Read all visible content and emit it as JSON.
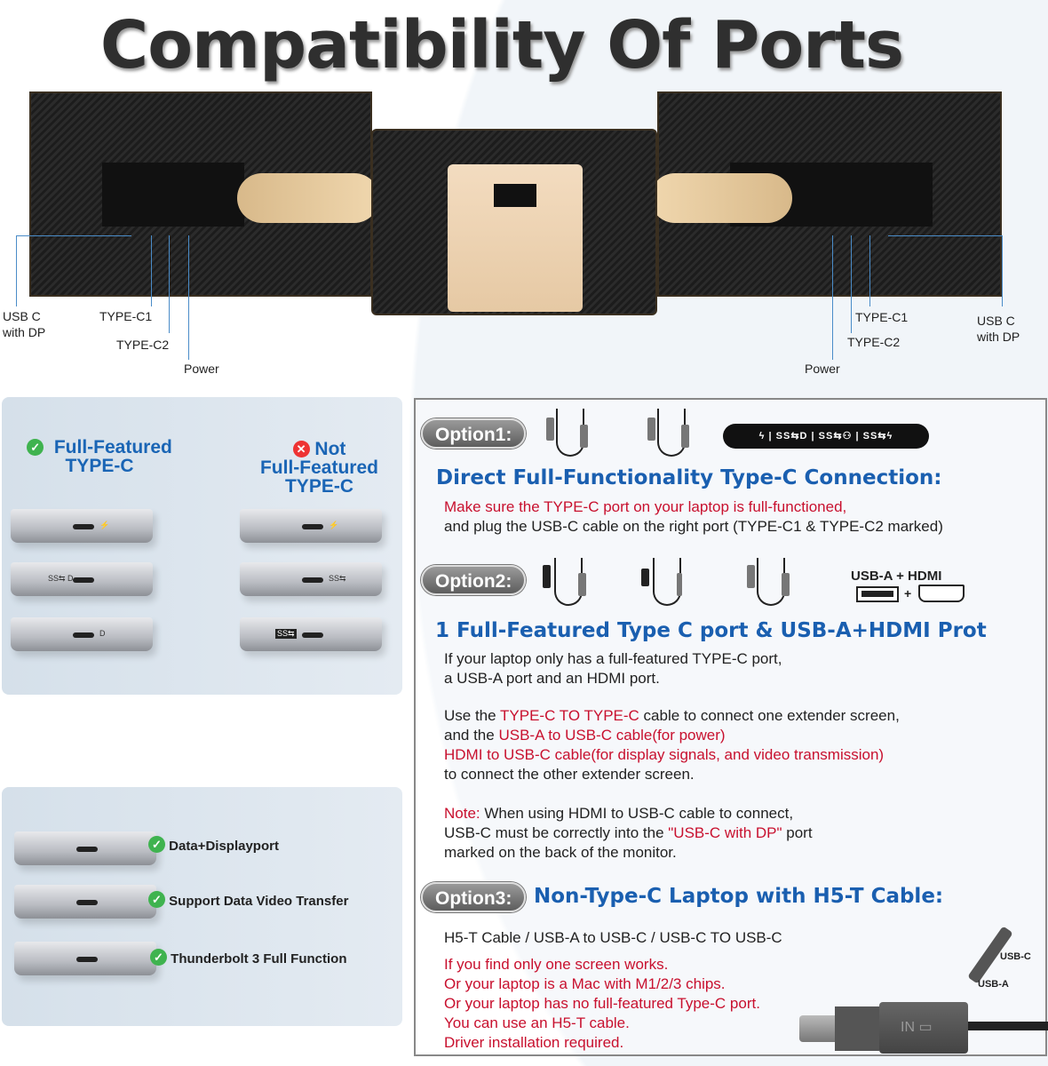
{
  "title": "Compatibility Of Ports",
  "left_ports": {
    "usb_c_dp": [
      "USB C",
      "with DP"
    ],
    "type_c1": "TYPE-C1",
    "type_c2": "TYPE-C2",
    "power": "Power"
  },
  "right_ports": {
    "usb_c_dp": [
      "USB C",
      "with DP"
    ],
    "type_c1": "TYPE-C1",
    "type_c2": "TYPE-C2",
    "power": "Power"
  },
  "compat_panel": {
    "full": [
      "Full-Featured",
      "TYPE-C"
    ],
    "not": [
      "Not",
      "Full-Featured",
      "TYPE-C"
    ],
    "full_marks": [
      "⚡",
      "SS⇆ D",
      "D"
    ],
    "not_marks": [
      "⚡",
      "SS⇆",
      "SS⇆"
    ]
  },
  "features": [
    "Data+Displayport",
    "Support Data Video Transfer",
    "Thunderbolt 3 Full Function"
  ],
  "option1": {
    "label": "Option1:",
    "badge": "ϟ | SS⇆D | SS⇆⚇ | SS⇆ϟ",
    "heading": "Direct Full-Functionality Type-C Connection:",
    "line1": "Make sure the TYPE-C port on your laptop is full-functioned,",
    "line2": "and plug the USB-C cable on the right port (TYPE-C1 & TYPE-C2 marked)"
  },
  "option2": {
    "label": "Option2:",
    "ports_label": "USB-A + HDMI",
    "plus": "+",
    "heading": "1 Full-Featured Type C port & USB-A+HDMI Prot",
    "p1": [
      "If your laptop only has a full-featured TYPE-C port,",
      "a USB-A port and an HDMI port."
    ],
    "p2a": "Use the ",
    "p2b": "TYPE-C TO TYPE-C",
    "p2c": " cable to connect one extender screen,",
    "p3a": "and the ",
    "p3b": "USB-A to USB-C cable(for power)",
    "p4": "HDMI to USB-C cable(for display signals, and video transmission)",
    "p5": "to connect the other extender screen.",
    "n1a": "Note:",
    "n1b": " When using HDMI to USB-C cable to connect,",
    "n2a": "USB-C must be correctly into the ",
    "n2b": "\"USB-C with DP\"",
    "n2c": " port",
    "n3": "marked on the back of the monitor."
  },
  "option3": {
    "label": "Option3:",
    "heading": "Non-Type-C Laptop with H5-T Cable:",
    "sub": "H5-T Cable / USB-A to USB-C / USB-C TO USB-C",
    "red": [
      "If you find only one screen works.",
      "Or your laptop is a Mac with M1/2/3 chips.",
      "Or your laptop has no full-featured Type-C port.",
      "You can use an H5-T cable.",
      "Driver installation required."
    ],
    "usb_c": "USB-C",
    "usb_a": "USB-A",
    "in": "IN"
  }
}
